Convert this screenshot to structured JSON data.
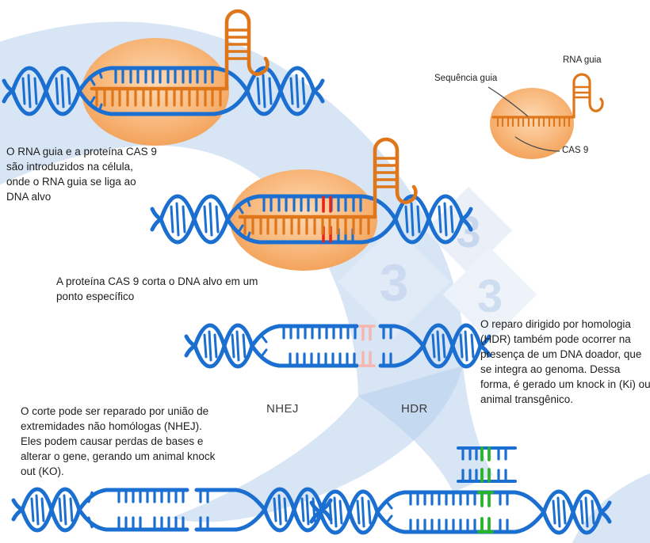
{
  "steps": {
    "step1": "O RNA guia e a proteína CAS 9 são introduzidos na célula, onde o RNA guia se liga ao DNA alvo",
    "step2": "A proteína CAS 9 corta o DNA alvo em um ponto específico",
    "nhej_text": "O corte pode ser reparado por união de extremidades não homólogas (NHEJ). Eles podem causar perdas de bases e alterar o gene, gerando um animal knock out (KO).",
    "hdr_text": "O reparo dirigido por homologia (HDR) também pode ocorrer na presença de um DNA doador, que se integra ao genoma. Dessa forma, é gerado um knock in (Ki) ou animal transgênico."
  },
  "labels": {
    "nhej": "NHEJ",
    "hdr": "HDR"
  },
  "legend": {
    "sequencia_guia": "Sequência guia",
    "rna_guia": "RNA guia",
    "cas9": "CAS 9"
  },
  "watermark": {
    "three": "3"
  },
  "colors": {
    "dna_blue": "#1b6fd1",
    "rna_orange": "#e0761a",
    "cut_red": "#e82317",
    "repair_pink": "#f6b6b1",
    "insert_green": "#28b428",
    "cas9_center": "#fdd9b3",
    "cas9_mid": "#f8b87c",
    "cas9_edge": "#f2a056",
    "band_blue": "#b7cfec",
    "watermark_fill": "#e8eef7",
    "watermark_glyph": "#c7d7ee",
    "leader_gray": "#4a4a4a"
  }
}
